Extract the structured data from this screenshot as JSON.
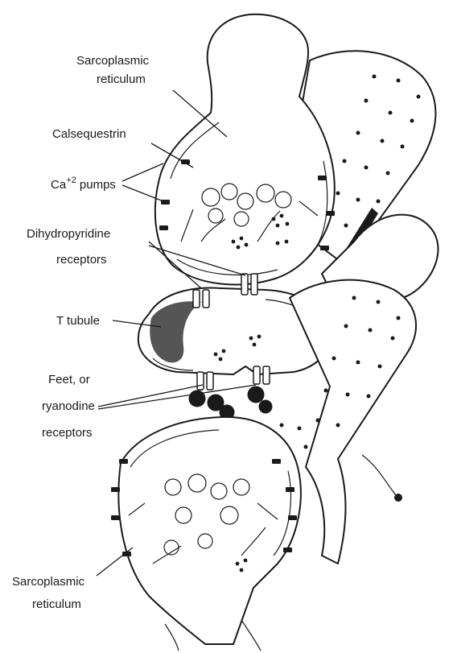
{
  "figure": {
    "labels": {
      "sr_top_line1": "Sarcoplasmic",
      "sr_top_line2": "reticulum",
      "calsequestrin": "Calsequestrin",
      "ca_pumps_base": "Ca",
      "ca_pumps_sup": "+2",
      "ca_pumps_rest": " pumps",
      "dhp_line1": "Dihydropyridine",
      "dhp_line2": "receptors",
      "t_tubule": "T tubule",
      "feet_line1": "Feet, or",
      "feet_line2": "ryanodine",
      "feet_line3": "receptors",
      "sr_bottom_line1": "Sarcoplasmic",
      "sr_bottom_line2": "reticulum"
    },
    "colors": {
      "ink": "#1a1a1a",
      "background": "#ffffff"
    }
  }
}
